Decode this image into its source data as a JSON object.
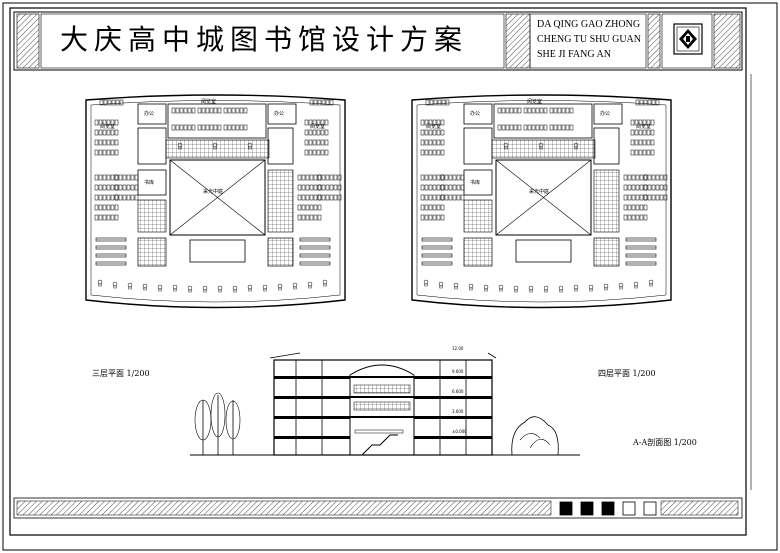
{
  "title": {
    "chinese": "大庆高中城图书馆设计方案",
    "english_lines": [
      "DA QING GAO ZHONG",
      "CHENG TU SHU GUAN",
      "SHE JI FANG AN"
    ]
  },
  "plans": {
    "third_floor_label": "三层平面  1/200",
    "fourth_floor_label": "四层平面  1/200",
    "section_label": "A-A剖面图  1/200",
    "rooms": {
      "office_left": "办公",
      "office_right": "办公",
      "reading_top": "阅览室",
      "reading_left": "阅览室",
      "reading_right": "阅览室",
      "stack_room": "书库",
      "atrium": "采光中庭"
    }
  },
  "section": {
    "levels": [
      "12.00",
      "9.600",
      "6.600",
      "3.600",
      "±0.000"
    ]
  },
  "legend": {
    "swatch_colors": [
      "#000000",
      "#000000",
      "#000000",
      "#ffffff",
      "#ffffff"
    ]
  }
}
